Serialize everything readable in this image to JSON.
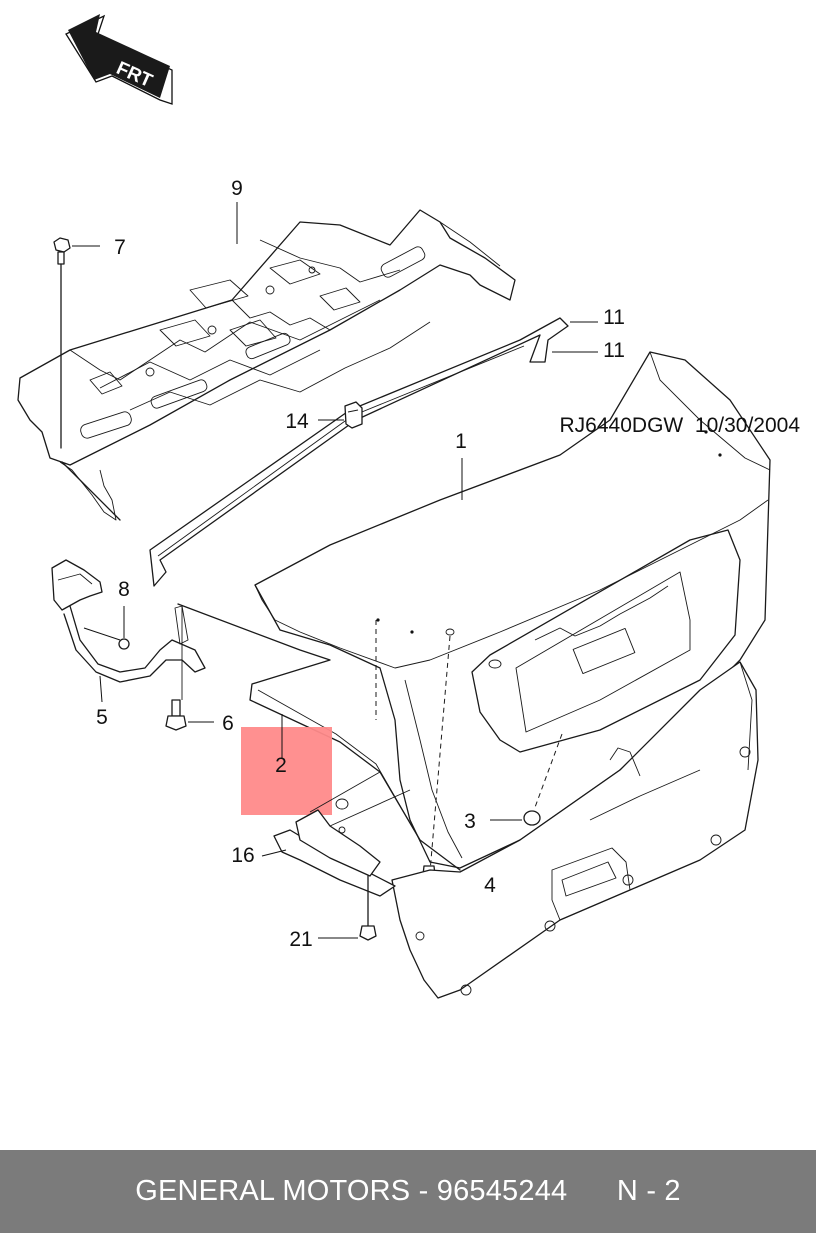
{
  "direction_arrow": {
    "label": "FRT"
  },
  "callouts": [
    {
      "id": "c9",
      "label": "9"
    },
    {
      "id": "c7",
      "label": "7"
    },
    {
      "id": "c11a",
      "label": "11"
    },
    {
      "id": "c11b",
      "label": "11"
    },
    {
      "id": "c14",
      "label": "14"
    },
    {
      "id": "c1",
      "label": "1"
    },
    {
      "id": "c8",
      "label": "8"
    },
    {
      "id": "c5",
      "label": "5"
    },
    {
      "id": "c6",
      "label": "6"
    },
    {
      "id": "c2",
      "label": "2"
    },
    {
      "id": "c3",
      "label": "3"
    },
    {
      "id": "c16",
      "label": "16"
    },
    {
      "id": "c4",
      "label": "4"
    },
    {
      "id": "c21",
      "label": "21"
    }
  ],
  "highlight": {
    "color": "#ff8a8a",
    "part": "2"
  },
  "document": {
    "code": "RJ6440DGW",
    "date": "10/30/2004"
  },
  "footer": {
    "manufacturer": "GENERAL MOTORS",
    "separator": " - ",
    "part_number": "96545244",
    "page": "N - 2",
    "background": "#7b7b7b"
  }
}
